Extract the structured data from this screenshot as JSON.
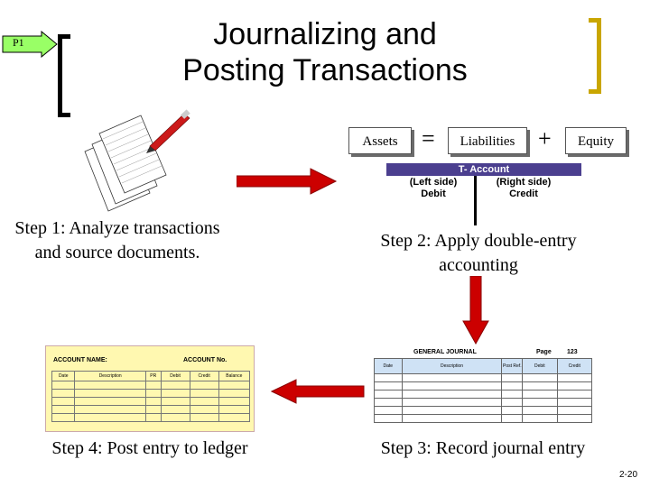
{
  "tag": {
    "label": "P1",
    "color": "#99ff66"
  },
  "title": {
    "line1": "Journalizing and",
    "line2": "Posting Transactions"
  },
  "equation": {
    "assets": "Assets",
    "equals": "=",
    "liabilities": "Liabilities",
    "plus": "+",
    "equity": "Equity"
  },
  "t_account": {
    "header": "T- Account",
    "left_side": "(Left side)",
    "left_label": "Debit",
    "right_side": "(Right side)",
    "right_label": "Credit"
  },
  "steps": {
    "step1": "Step 1: Analyze transactions and source documents.",
    "step2": "Step 2: Apply double-entry accounting",
    "step3": "Step 3: Record journal entry",
    "step4": "Step 4: Post entry to ledger"
  },
  "ledger": {
    "account_name": "ACCOUNT NAME:",
    "account_no": "ACCOUNT No.",
    "columns": [
      "Date",
      "Description",
      "PR",
      "Debit",
      "Credit",
      "Balance"
    ]
  },
  "journal": {
    "title": "GENERAL JOURNAL",
    "page_label": "Page",
    "page_value": "123",
    "columns": [
      "Date",
      "Description",
      "Post Ref.",
      "Debit",
      "Credit"
    ]
  },
  "page_number": "2-20",
  "colors": {
    "arrow": "#cc0000",
    "t_account_header": "#4b3f8f",
    "ledger_bg": "#fff8b0",
    "bracket_gold": "#c9a600"
  }
}
